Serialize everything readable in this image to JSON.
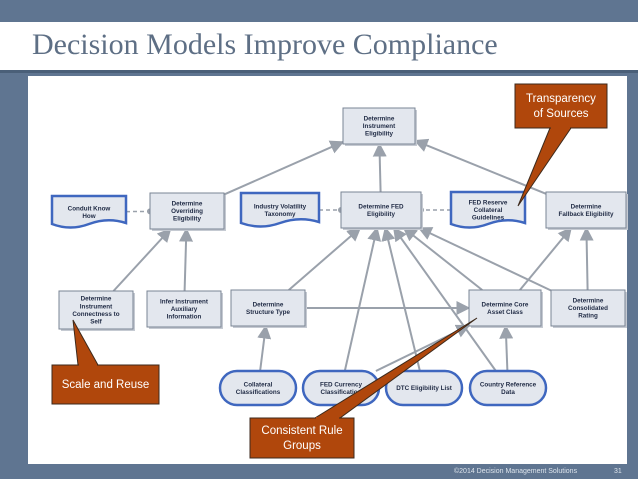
{
  "slide": {
    "title": "Decision Models Improve Compliance",
    "footer_copyright": "©2014 Decision Management Solutions",
    "page_number": "31"
  },
  "colors": {
    "background": "#5f7591",
    "panel": "#ffffff",
    "title_text": "#5e6f85",
    "node_fill": "#e3e7ee",
    "node_border": "#7a8494",
    "knowledge_fill": "#3f67bf",
    "arrow": "#9aa1ab",
    "callout_fill": "#b0470c",
    "callout_text": "#ffffff"
  },
  "diagram": {
    "nodes": [
      {
        "id": "determine-instrument-eligibility",
        "type": "decision",
        "lines": [
          "Determine",
          "Instrument",
          "Eligibility"
        ]
      },
      {
        "id": "conduit-know-how",
        "type": "knowledge",
        "lines": [
          "Conduit Know",
          "How"
        ]
      },
      {
        "id": "determine-overriding-eligibility",
        "type": "decision",
        "lines": [
          "Determine",
          "Overriding",
          "Eligibility"
        ]
      },
      {
        "id": "industry-volatility-taxonomy",
        "type": "knowledge",
        "lines": [
          "Industry Volatility",
          "Taxonomy"
        ]
      },
      {
        "id": "determine-fed-eligibility",
        "type": "decision",
        "lines": [
          "Determine FED",
          "Eligibility"
        ]
      },
      {
        "id": "fed-reserve-collateral-guidelines",
        "type": "knowledge",
        "lines": [
          "FED Reserve",
          "Collateral",
          "Guidelines"
        ]
      },
      {
        "id": "determine-fallback-eligibility",
        "type": "decision",
        "lines": [
          "Determine",
          "Fallback Eligibility"
        ]
      },
      {
        "id": "determine-instrument-connectness",
        "type": "decision",
        "lines": [
          "Determine",
          "Instrument",
          "Connectness to",
          "Self"
        ]
      },
      {
        "id": "infer-instrument-auxiliary-information",
        "type": "decision",
        "lines": [
          "Infer Instrument",
          "Auxiliary",
          "Information"
        ]
      },
      {
        "id": "determine-structure-type",
        "type": "decision",
        "lines": [
          "Determine",
          "Structure Type"
        ]
      },
      {
        "id": "determine-core-asset-class",
        "type": "decision",
        "lines": [
          "Determine Core",
          "Asset Class"
        ]
      },
      {
        "id": "determine-consolidated-rating",
        "type": "decision",
        "lines": [
          "Determine",
          "Consolidated",
          "Rating"
        ]
      },
      {
        "id": "collateral-classifications",
        "type": "data",
        "lines": [
          "Collateral",
          "Classifications"
        ]
      },
      {
        "id": "fed-currency-classification",
        "type": "data",
        "lines": [
          "FED Currency",
          "Classification"
        ]
      },
      {
        "id": "dtc-eligibility-list",
        "type": "data",
        "lines": [
          "DTC Eligibility List"
        ]
      },
      {
        "id": "country-reference-data",
        "type": "data",
        "lines": [
          "Country Reference",
          "Data"
        ]
      }
    ],
    "edges": [
      {
        "from": "determine-overriding-eligibility",
        "to": "determine-instrument-eligibility",
        "kind": "information"
      },
      {
        "from": "determine-fed-eligibility",
        "to": "determine-instrument-eligibility",
        "kind": "information"
      },
      {
        "from": "determine-fallback-eligibility",
        "to": "determine-instrument-eligibility",
        "kind": "information"
      },
      {
        "from": "determine-instrument-connectness",
        "to": "determine-overriding-eligibility",
        "kind": "information"
      },
      {
        "from": "infer-instrument-auxiliary-information",
        "to": "determine-overriding-eligibility",
        "kind": "information"
      },
      {
        "from": "determine-structure-type",
        "to": "determine-fed-eligibility",
        "kind": "information"
      },
      {
        "from": "fed-currency-classification",
        "to": "determine-fed-eligibility",
        "kind": "information"
      },
      {
        "from": "dtc-eligibility-list",
        "to": "determine-fed-eligibility",
        "kind": "information"
      },
      {
        "from": "country-reference-data",
        "to": "determine-fed-eligibility",
        "kind": "information"
      },
      {
        "from": "determine-core-asset-class",
        "to": "determine-fed-eligibility",
        "kind": "information"
      },
      {
        "from": "determine-consolidated-rating",
        "to": "determine-fed-eligibility",
        "kind": "information"
      },
      {
        "from": "determine-core-asset-class",
        "to": "determine-fallback-eligibility",
        "kind": "information"
      },
      {
        "from": "determine-consolidated-rating",
        "to": "determine-fallback-eligibility",
        "kind": "information"
      },
      {
        "from": "collateral-classifications",
        "to": "determine-structure-type",
        "kind": "information"
      },
      {
        "from": "determine-structure-type",
        "to": "determine-core-asset-class",
        "kind": "information"
      },
      {
        "from": "fed-currency-classification",
        "to": "determine-core-asset-class",
        "kind": "information"
      },
      {
        "from": "country-reference-data",
        "to": "determine-core-asset-class",
        "kind": "information"
      },
      {
        "from": "conduit-know-how",
        "to": "determine-overriding-eligibility",
        "kind": "knowledge"
      },
      {
        "from": "industry-volatility-taxonomy",
        "to": "determine-fed-eligibility",
        "kind": "knowledge"
      },
      {
        "from": "fed-reserve-collateral-guidelines",
        "to": "determine-fed-eligibility",
        "kind": "knowledge"
      }
    ],
    "callouts": [
      {
        "id": "transparency-of-sources",
        "lines": [
          "Transparency",
          "of Sources"
        ],
        "points_to": "fed-reserve-collateral-guidelines"
      },
      {
        "id": "scale-and-reuse",
        "lines": [
          "Scale and Reuse"
        ],
        "points_to": "determine-instrument-connectness"
      },
      {
        "id": "consistent-rule-groups",
        "lines": [
          "Consistent Rule",
          "Groups"
        ],
        "points_to": "determine-core-asset-class"
      }
    ]
  }
}
